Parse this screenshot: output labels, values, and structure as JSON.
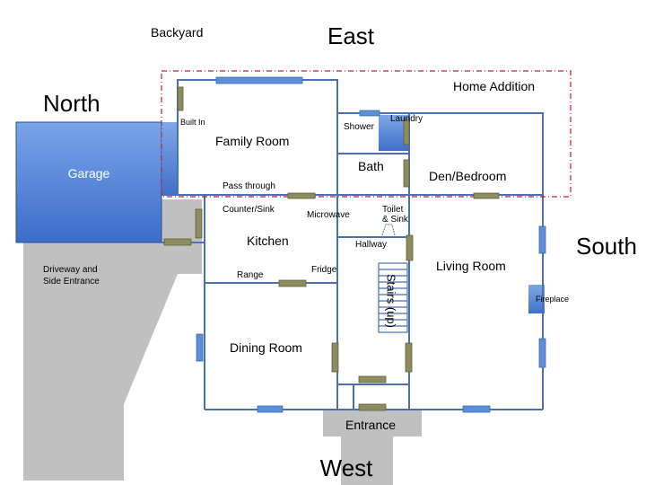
{
  "compass": {
    "east": "East",
    "west": "West",
    "north": "North",
    "south": "South"
  },
  "areas": {
    "backyard": "Backyard",
    "home_addition": "Home Addition",
    "garage": "Garage",
    "driveway": "Driveway and\nSide Entrance",
    "entrance": "Entrance"
  },
  "rooms": {
    "family_room": "Family Room",
    "bath": "Bath",
    "den_bedroom": "Den/Bedroom",
    "kitchen": "Kitchen",
    "living_room": "Living Room",
    "dining_room": "Dining Room"
  },
  "features": {
    "built_in": "Built In",
    "shower": "Shower",
    "laundry": "Laundry",
    "pass_through": "Pass through",
    "counter_sink": "Counter/Sink",
    "microwave": "Microwave",
    "toilet_sink": "Toilet\n& Sink",
    "hallway": "Hallway",
    "range": "Range",
    "fridge": "Fridge",
    "stairs": "Stairs (up)",
    "fireplace": "Fireplace"
  },
  "colors": {
    "wall": "#4a72b0",
    "window": "#5b8fd9",
    "door": "#8c8c5e",
    "paved": "#c0c0c0",
    "addition_border": "#c0202a",
    "garage_top": "#7fa8e8",
    "garage_bottom": "#3f6fc9"
  }
}
